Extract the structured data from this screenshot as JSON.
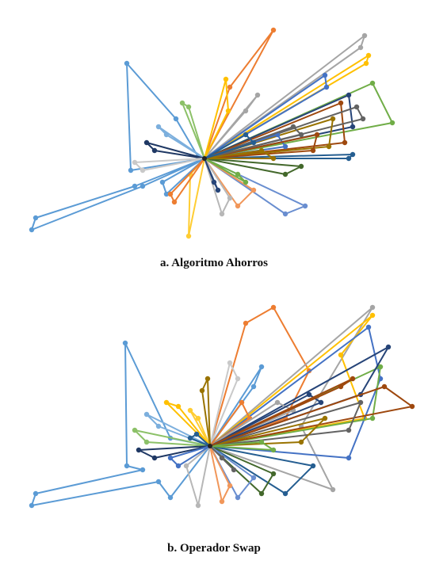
{
  "figure": {
    "panel_a_caption": "a. Algoritmo Ahorros",
    "panel_b_caption": "b. Operador Swap"
  },
  "palette": [
    "#5b9bd5",
    "#ed7d31",
    "#a5a5a5",
    "#ffc000",
    "#4472c4",
    "#70ad47",
    "#264478",
    "#9e480e",
    "#636363",
    "#997300",
    "#255e91",
    "#43682b",
    "#698ed0",
    "#f1975a",
    "#b7b7b7",
    "#ffcd33",
    "#7cafdd",
    "#8cc168",
    "#1f3864",
    "#c9c9c9"
  ],
  "panels": {
    "a": {
      "depot": [
        258,
        180
      ],
      "outlier_route": [
        [
          258,
          180
        ],
        [
          165,
          195
        ],
        [
          160,
          60
        ],
        [
          222,
          130
        ],
        [
          250,
          178
        ],
        [
          258,
          180
        ],
        [
          170,
          215
        ],
        [
          45,
          255
        ],
        [
          40,
          270
        ],
        [
          180,
          215
        ],
        [
          258,
          180
        ]
      ],
      "routes": [
        [
          [
            258,
            180
          ],
          [
            345,
            18
          ],
          [
            290,
            90
          ],
          [
            258,
            180
          ]
        ],
        [
          [
            258,
            180
          ],
          [
            460,
            25
          ],
          [
            455,
            40
          ],
          [
            258,
            180
          ]
        ],
        [
          [
            258,
            180
          ],
          [
            465,
            50
          ],
          [
            462,
            60
          ],
          [
            258,
            180
          ]
        ],
        [
          [
            258,
            180
          ],
          [
            410,
            75
          ],
          [
            412,
            90
          ],
          [
            258,
            180
          ]
        ],
        [
          [
            258,
            180
          ],
          [
            470,
            85
          ],
          [
            495,
            135
          ],
          [
            258,
            180
          ]
        ],
        [
          [
            258,
            180
          ],
          [
            440,
            100
          ],
          [
            445,
            140
          ],
          [
            258,
            180
          ]
        ],
        [
          [
            258,
            180
          ],
          [
            430,
            110
          ],
          [
            435,
            160
          ],
          [
            258,
            180
          ]
        ],
        [
          [
            258,
            180
          ],
          [
            450,
            115
          ],
          [
            458,
            130
          ],
          [
            258,
            180
          ]
        ],
        [
          [
            258,
            180
          ],
          [
            420,
            130
          ],
          [
            415,
            165
          ],
          [
            258,
            180
          ]
        ],
        [
          [
            258,
            180
          ],
          [
            445,
            175
          ],
          [
            440,
            180
          ],
          [
            258,
            180
          ]
        ],
        [
          [
            258,
            180
          ],
          [
            380,
            190
          ],
          [
            360,
            200
          ],
          [
            258,
            180
          ]
        ],
        [
          [
            258,
            180
          ],
          [
            385,
            240
          ],
          [
            360,
            250
          ],
          [
            258,
            180
          ]
        ],
        [
          [
            258,
            180
          ],
          [
            320,
            220
          ],
          [
            300,
            240
          ],
          [
            258,
            180
          ]
        ],
        [
          [
            258,
            180
          ],
          [
            290,
            230
          ],
          [
            280,
            250
          ],
          [
            258,
            180
          ]
        ],
        [
          [
            258,
            180
          ],
          [
            240,
            200
          ],
          [
            238,
            278
          ],
          [
            258,
            180
          ]
        ],
        [
          [
            258,
            180
          ],
          [
            200,
            140
          ],
          [
            210,
            150
          ],
          [
            258,
            180
          ]
        ],
        [
          [
            258,
            180
          ],
          [
            230,
            110
          ],
          [
            238,
            115
          ],
          [
            258,
            180
          ]
        ],
        [
          [
            258,
            180
          ],
          [
            185,
            160
          ],
          [
            195,
            170
          ],
          [
            258,
            180
          ]
        ],
        [
          [
            258,
            180
          ],
          [
            170,
            185
          ],
          [
            180,
            195
          ],
          [
            258,
            180
          ]
        ],
        [
          [
            258,
            180
          ],
          [
            205,
            210
          ],
          [
            210,
            225
          ],
          [
            258,
            180
          ]
        ],
        [
          [
            258,
            180
          ],
          [
            215,
            225
          ],
          [
            220,
            235
          ],
          [
            258,
            180
          ]
        ],
        [
          [
            258,
            180
          ],
          [
            325,
            100
          ],
          [
            310,
            120
          ],
          [
            258,
            180
          ]
        ],
        [
          [
            258,
            180
          ],
          [
            285,
            80
          ],
          [
            288,
            120
          ],
          [
            258,
            180
          ]
        ],
        [
          [
            258,
            180
          ],
          [
            350,
            150
          ],
          [
            360,
            165
          ],
          [
            258,
            180
          ]
        ],
        [
          [
            258,
            180
          ],
          [
            300,
            200
          ],
          [
            310,
            210
          ],
          [
            258,
            180
          ]
        ],
        [
          [
            258,
            180
          ],
          [
            270,
            210
          ],
          [
            275,
            220
          ],
          [
            258,
            180
          ]
        ],
        [
          [
            258,
            180
          ],
          [
            400,
            150
          ],
          [
            395,
            170
          ],
          [
            258,
            180
          ]
        ],
        [
          [
            258,
            180
          ],
          [
            370,
            140
          ],
          [
            380,
            150
          ],
          [
            258,
            180
          ]
        ],
        [
          [
            258,
            180
          ],
          [
            330,
            170
          ],
          [
            345,
            180
          ],
          [
            258,
            180
          ]
        ],
        [
          [
            258,
            180
          ],
          [
            310,
            150
          ],
          [
            320,
            160
          ],
          [
            258,
            180
          ]
        ]
      ]
    },
    "b": {
      "depot": [
        265,
        185
      ],
      "outlier_route": [
        [
          265,
          185
        ],
        [
          215,
          175
        ],
        [
          158,
          55
        ],
        [
          160,
          210
        ],
        [
          180,
          215
        ],
        [
          45,
          245
        ],
        [
          40,
          260
        ],
        [
          200,
          230
        ],
        [
          215,
          250
        ],
        [
          265,
          185
        ]
      ],
      "routes": [
        [
          [
            265,
            185
          ],
          [
            310,
            30
          ],
          [
            345,
            10
          ],
          [
            390,
            90
          ],
          [
            360,
            150
          ],
          [
            265,
            185
          ]
        ],
        [
          [
            265,
            185
          ],
          [
            470,
            10
          ],
          [
            380,
            160
          ],
          [
            420,
            240
          ],
          [
            265,
            185
          ]
        ],
        [
          [
            265,
            185
          ],
          [
            470,
            20
          ],
          [
            430,
            70
          ],
          [
            460,
            150
          ],
          [
            265,
            185
          ]
        ],
        [
          [
            265,
            185
          ],
          [
            465,
            35
          ],
          [
            480,
            100
          ],
          [
            440,
            200
          ],
          [
            265,
            185
          ]
        ],
        [
          [
            265,
            185
          ],
          [
            480,
            85
          ],
          [
            470,
            150
          ],
          [
            265,
            185
          ]
        ],
        [
          [
            265,
            185
          ],
          [
            490,
            60
          ],
          [
            455,
            120
          ],
          [
            265,
            185
          ]
        ],
        [
          [
            265,
            185
          ],
          [
            485,
            110
          ],
          [
            520,
            135
          ],
          [
            265,
            185
          ]
        ],
        [
          [
            265,
            185
          ],
          [
            455,
            130
          ],
          [
            440,
            165
          ],
          [
            265,
            185
          ]
        ],
        [
          [
            265,
            185
          ],
          [
            410,
            150
          ],
          [
            380,
            180
          ],
          [
            265,
            185
          ]
        ],
        [
          [
            265,
            185
          ],
          [
            395,
            210
          ],
          [
            360,
            245
          ],
          [
            265,
            185
          ]
        ],
        [
          [
            265,
            185
          ],
          [
            345,
            220
          ],
          [
            330,
            245
          ],
          [
            265,
            185
          ]
        ],
        [
          [
            265,
            185
          ],
          [
            320,
            225
          ],
          [
            300,
            250
          ],
          [
            265,
            185
          ]
        ],
        [
          [
            265,
            185
          ],
          [
            290,
            235
          ],
          [
            280,
            255
          ],
          [
            265,
            185
          ]
        ],
        [
          [
            265,
            185
          ],
          [
            235,
            210
          ],
          [
            250,
            260
          ],
          [
            265,
            185
          ]
        ],
        [
          [
            265,
            185
          ],
          [
            240,
            140
          ],
          [
            250,
            150
          ],
          [
            265,
            185
          ]
        ],
        [
          [
            265,
            185
          ],
          [
            185,
            145
          ],
          [
            200,
            160
          ],
          [
            265,
            185
          ]
        ],
        [
          [
            265,
            185
          ],
          [
            170,
            165
          ],
          [
            185,
            180
          ],
          [
            265,
            185
          ]
        ],
        [
          [
            265,
            185
          ],
          [
            175,
            190
          ],
          [
            195,
            200
          ],
          [
            265,
            185
          ]
        ],
        [
          [
            265,
            185
          ],
          [
            290,
            80
          ],
          [
            300,
            100
          ],
          [
            265,
            185
          ]
        ],
        [
          [
            265,
            185
          ],
          [
            330,
            85
          ],
          [
            320,
            110
          ],
          [
            265,
            185
          ]
        ],
        [
          [
            265,
            185
          ],
          [
            305,
            130
          ],
          [
            315,
            150
          ],
          [
            265,
            185
          ]
        ],
        [
          [
            265,
            185
          ],
          [
            350,
            130
          ],
          [
            370,
            140
          ],
          [
            265,
            185
          ]
        ],
        [
          [
            265,
            185
          ],
          [
            210,
            130
          ],
          [
            225,
            135
          ],
          [
            265,
            185
          ]
        ],
        [
          [
            265,
            185
          ],
          [
            215,
            200
          ],
          [
            225,
            210
          ],
          [
            265,
            185
          ]
        ],
        [
          [
            265,
            185
          ],
          [
            330,
            180
          ],
          [
            345,
            190
          ],
          [
            265,
            185
          ]
        ],
        [
          [
            265,
            185
          ],
          [
            390,
            120
          ],
          [
            405,
            130
          ],
          [
            265,
            185
          ]
        ],
        [
          [
            265,
            185
          ],
          [
            430,
            110
          ],
          [
            445,
            100
          ],
          [
            265,
            185
          ]
        ],
        [
          [
            265,
            185
          ],
          [
            280,
            200
          ],
          [
            295,
            215
          ],
          [
            265,
            185
          ]
        ],
        [
          [
            265,
            185
          ],
          [
            255,
            115
          ],
          [
            262,
            100
          ],
          [
            265,
            185
          ]
        ],
        [
          [
            265,
            185
          ],
          [
            240,
            175
          ],
          [
            248,
            170
          ],
          [
            265,
            185
          ]
        ]
      ]
    }
  }
}
